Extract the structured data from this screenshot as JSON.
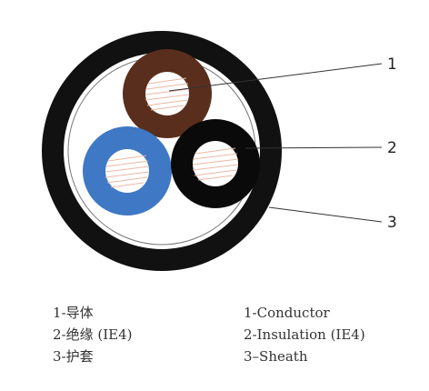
{
  "callouts": {
    "conductor_number": "1",
    "insulation_number": "2",
    "sheath_number": "3"
  },
  "legend": {
    "chinese": [
      "1-导体",
      "2-绝缘 (IE4)",
      "3-护套"
    ],
    "english": [
      "1-Conductor",
      "2-Insulation (IE4)",
      "3–Sheath"
    ]
  },
  "colors": {
    "sheath": "#111111",
    "filler": "#ffffff",
    "brown_core": "#5a2e1c",
    "blue_core": "#3f78c4",
    "black_core": "#0a0a0a",
    "conductor": "#ffffff",
    "conductor_strands": "#e9b8a6",
    "leader": "#333333"
  }
}
